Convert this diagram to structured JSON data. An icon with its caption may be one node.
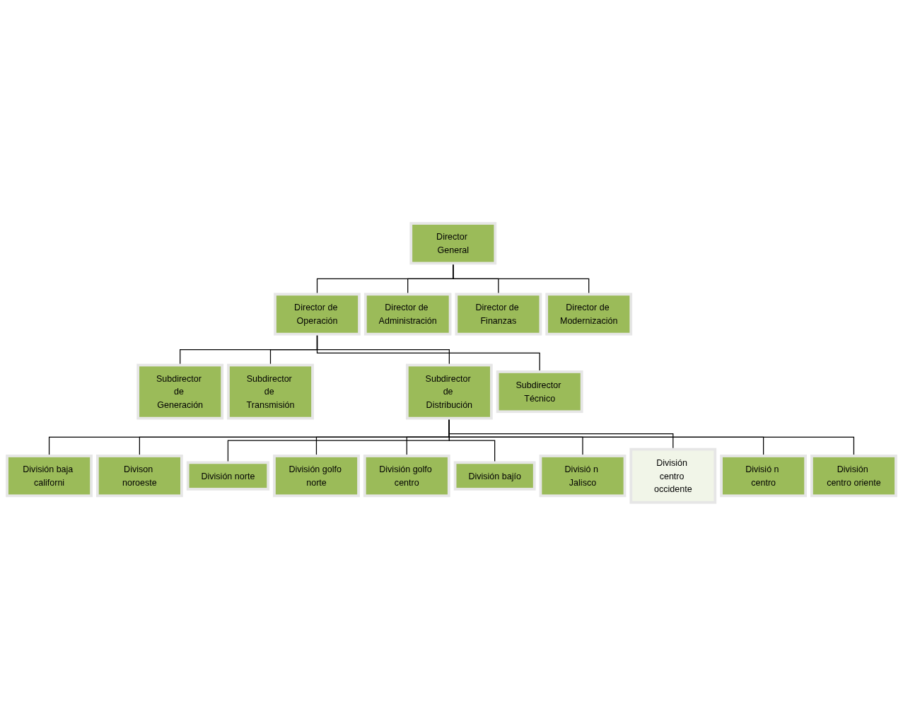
{
  "diagram": {
    "nodes": [
      {
        "text": [
          "Director General"
        ]
      },
      {
        "text": [
          "Director de Operación"
        ]
      },
      {
        "text": [
          "Director de Administración"
        ]
      },
      {
        "text": [
          "Director de Finanzas"
        ]
      },
      {
        "text": [
          "Director de Modernización"
        ]
      },
      {
        "text": [
          "Subdirector de Generación"
        ]
      },
      {
        "text": [
          "Subdirector de Transmisión"
        ]
      },
      {
        "text": [
          "Subdirector de Distribución"
        ]
      },
      {
        "text": [
          "Subdirector Técnico"
        ]
      },
      {
        "text": [
          "División baja californi"
        ]
      },
      {
        "text": [
          "Divison noroeste"
        ]
      },
      {
        "text": [
          "División norte"
        ]
      },
      {
        "text": [
          "División golfo norte"
        ]
      },
      {
        "text": [
          "División golfo centro"
        ]
      },
      {
        "text": [
          "División bajío"
        ]
      },
      {
        "text": [
          "Divisió n Jalisco"
        ]
      },
      {
        "text": [
          "División centro occidente"
        ]
      },
      {
        "text": [
          "Divisió n centro"
        ]
      },
      {
        "text": [
          "División centro oriente"
        ]
      }
    ],
    "edges": [
      {
        "from": 0,
        "to": 1,
        "arrow": "none"
      },
      {
        "from": 0,
        "to": 2,
        "arrow": "none"
      },
      {
        "from": 0,
        "to": 3,
        "arrow": "none"
      },
      {
        "from": 0,
        "to": 4,
        "arrow": "none"
      },
      {
        "from": 1,
        "to": 5,
        "arrow": "none"
      },
      {
        "from": 1,
        "to": 6,
        "arrow": "none"
      },
      {
        "from": 1,
        "to": 7,
        "arrow": "none"
      },
      {
        "from": 1,
        "to": 8,
        "arrow": "none"
      },
      {
        "from": 7,
        "to": 9,
        "arrow": "none"
      },
      {
        "from": 7,
        "to": 10,
        "arrow": "none"
      },
      {
        "from": 7,
        "to": 11,
        "arrow": "none"
      },
      {
        "from": 7,
        "to": 12,
        "arrow": "none"
      },
      {
        "from": 7,
        "to": 13,
        "arrow": "none"
      },
      {
        "from": 7,
        "to": 14,
        "arrow": "none"
      },
      {
        "from": 7,
        "to": 15,
        "arrow": "none"
      },
      {
        "from": 7,
        "to": 16,
        "arrow": "none"
      },
      {
        "from": 7,
        "to": 17,
        "arrow": "none"
      },
      {
        "from": 7,
        "to": 18,
        "arrow": "none"
      }
    ]
  }
}
